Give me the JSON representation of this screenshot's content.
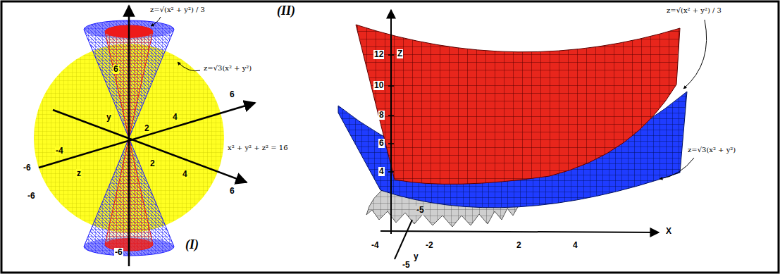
{
  "diagram": {
    "labels": [
      "(I)",
      "(II)",
      "z=√(x² + y²) / 3",
      "z=√3(x² + y²)",
      "x² + y² + z² = 16",
      "6",
      "-6",
      "-6",
      "-6",
      "-4",
      "z",
      "y",
      "2",
      "4",
      "6",
      "2",
      "4",
      "6",
      "12",
      "Z",
      "10",
      "8",
      "6",
      "4",
      "X",
      "-4",
      "-2",
      "2",
      "4",
      "y",
      "-5",
      "-5",
      "z=√(x² + y²) / 3",
      "z=√3(x² + y²)"
    ]
  }
}
